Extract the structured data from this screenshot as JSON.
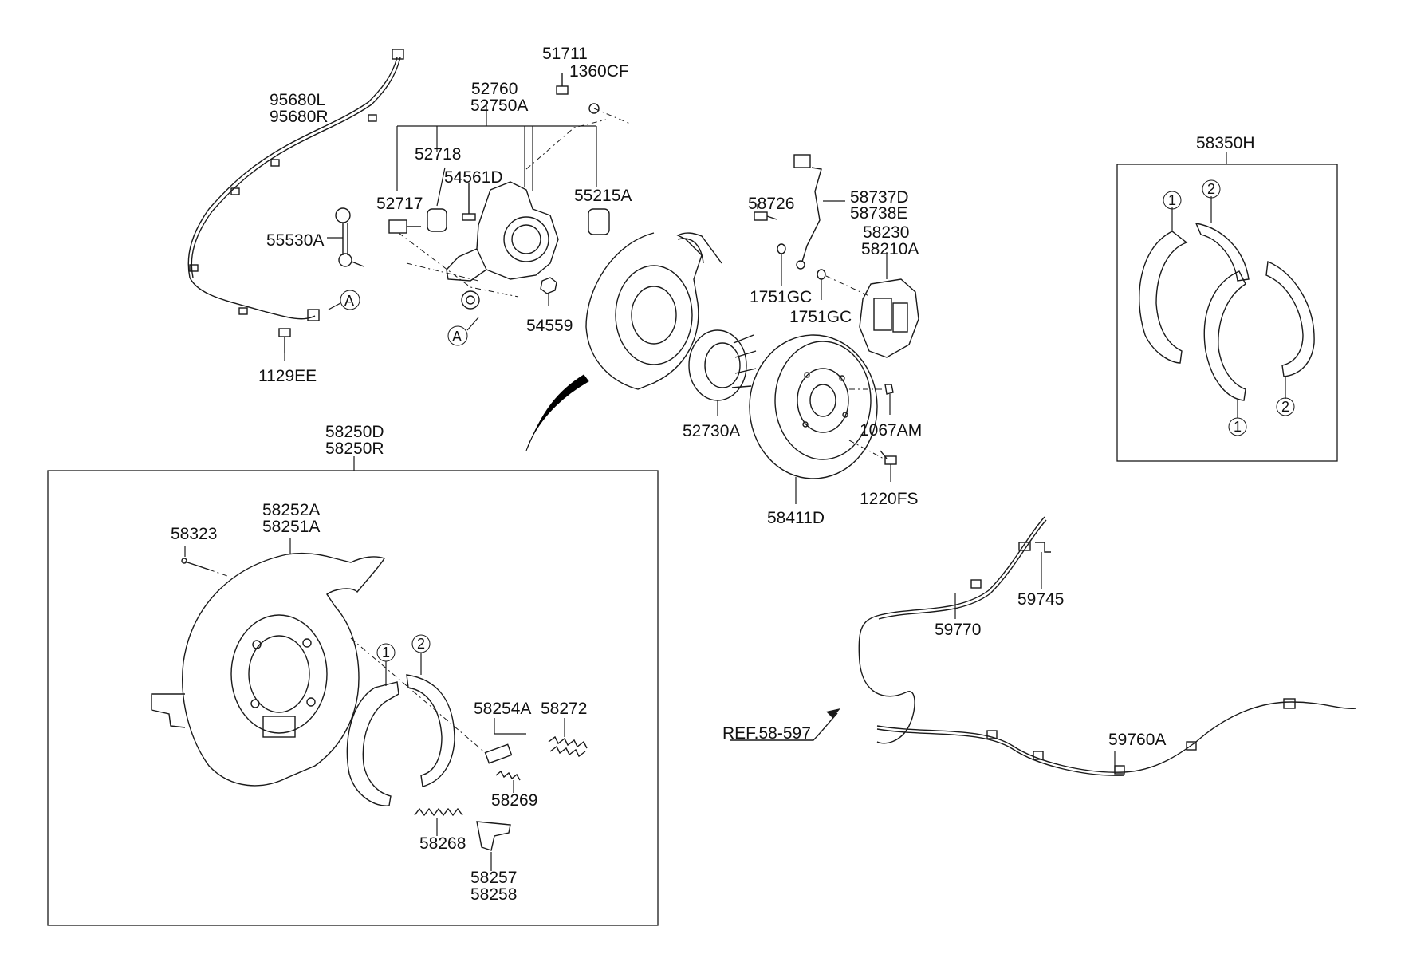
{
  "labels": {
    "p95680L": "95680L",
    "p95680R": "95680R",
    "p55530A": "55530A",
    "p1129EE": "1129EE",
    "p52760": "52760",
    "p52750A": "52750A",
    "p52718": "52718",
    "p54561D": "54561D",
    "p52717": "52717",
    "p55215A": "55215A",
    "p54559": "54559",
    "p51711": "51711",
    "p1360CF": "1360CF",
    "p58726": "58726",
    "p58737D": "58737D",
    "p58738E": "58738E",
    "p58230": "58230",
    "p58210A": "58210A",
    "p1751GC_a": "1751GC",
    "p1751GC_b": "1751GC",
    "p52730A": "52730A",
    "p1067AM": "1067AM",
    "p1220FS": "1220FS",
    "p58411D": "58411D",
    "p58350H": "58350H",
    "p58250D": "58250D",
    "p58250R": "58250R",
    "p58252A": "58252A",
    "p58251A": "58251A",
    "p58323": "58323",
    "p58254A": "58254A",
    "p58272": "58272",
    "p58269": "58269",
    "p58268": "58268",
    "p58257": "58257",
    "p58258": "58258",
    "p59745": "59745",
    "p59770": "59770",
    "p59760A": "59760A",
    "ref": "REF.58-597"
  },
  "callouts": {
    "A": "A",
    "one": "1",
    "two": "2"
  }
}
